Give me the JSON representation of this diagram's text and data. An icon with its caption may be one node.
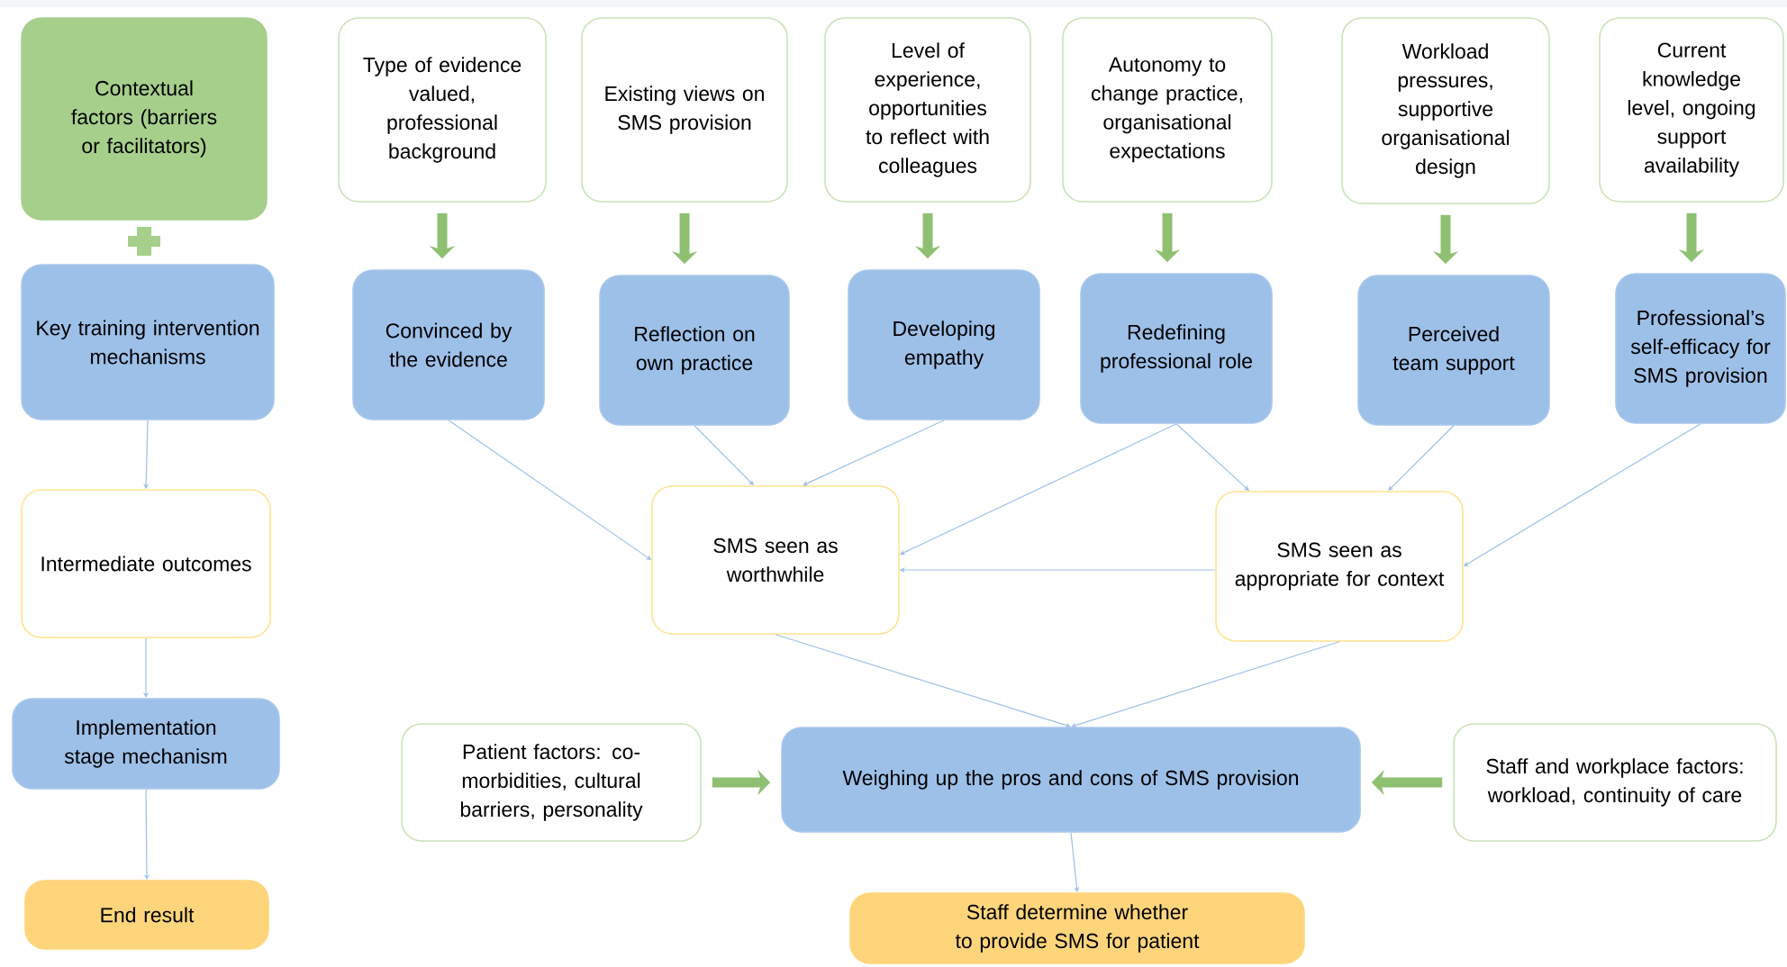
{
  "diagram": {
    "nodes": [
      {
        "text": [
          "Contextual factors (barriers or facilitators)"
        ]
      },
      {
        "text": [
          "Key training intervention mechanisms"
        ]
      },
      {
        "text": [
          "Intermediate outcomes"
        ]
      },
      {
        "text": [
          "Implementation stage mechanism"
        ]
      },
      {
        "text": [
          "End result"
        ]
      },
      {
        "text": [
          "Type of evidence valued, professional background"
        ]
      },
      {
        "text": [
          "Existing views on SMS provision"
        ]
      },
      {
        "text": [
          "Level of experience, opportunities to reflect with colleagues"
        ]
      },
      {
        "text": [
          "Autonomy to change practice, organisational expectations"
        ]
      },
      {
        "text": [
          "Workload pressures, supportive organisational design"
        ]
      },
      {
        "text": [
          "Current knowledge level, ongoing support availability"
        ]
      },
      {
        "text": [
          "Convinced by the evidence"
        ]
      },
      {
        "text": [
          "Reflection on own practice"
        ]
      },
      {
        "text": [
          "Developing empathy"
        ]
      },
      {
        "text": [
          "Redefining professional role"
        ]
      },
      {
        "text": [
          "Perceived team support"
        ]
      },
      {
        "text": [
          "Professional’s self-efficacy for SMS provision"
        ]
      },
      {
        "text": [
          "SMS seen as worthwhile"
        ]
      },
      {
        "text": [
          "SMS seen as appropriate for context"
        ]
      },
      {
        "text": [
          "Patient factors: co-morbidities, cultural barriers, personality"
        ]
      },
      {
        "text": [
          "Weighing up the pros and cons of SMS provision"
        ]
      },
      {
        "text": [
          "Staff and workplace factors: workload, continuity of care"
        ]
      },
      {
        "text": [
          "Staff determine whether to provide SMS for patient"
        ]
      }
    ],
    "edges": [
      {
        "from": 1,
        "to": 2,
        "arrow": "to"
      },
      {
        "from": 2,
        "to": 3,
        "arrow": "to"
      },
      {
        "from": 3,
        "to": 4,
        "arrow": "to"
      },
      {
        "from": 5,
        "to": 11,
        "arrow": "to",
        "style": "thick",
        "color": "#8fc072"
      },
      {
        "from": 6,
        "to": 12,
        "arrow": "to",
        "style": "thick",
        "color": "#8fc072"
      },
      {
        "from": 7,
        "to": 13,
        "arrow": "to",
        "style": "thick",
        "color": "#8fc072"
      },
      {
        "from": 8,
        "to": 14,
        "arrow": "to",
        "style": "thick",
        "color": "#8fc072"
      },
      {
        "from": 9,
        "to": 15,
        "arrow": "to",
        "style": "thick",
        "color": "#8fc072"
      },
      {
        "from": 10,
        "to": 16,
        "arrow": "to",
        "style": "thick",
        "color": "#8fc072"
      },
      {
        "from": 11,
        "to": 17,
        "arrow": "to"
      },
      {
        "from": 12,
        "to": 17,
        "arrow": "to"
      },
      {
        "from": 13,
        "to": 17,
        "arrow": "to"
      },
      {
        "from": 14,
        "to": 17,
        "arrow": "to"
      },
      {
        "from": 14,
        "to": 18,
        "arrow": "to"
      },
      {
        "from": 15,
        "to": 18,
        "arrow": "to"
      },
      {
        "from": 16,
        "to": 18,
        "arrow": "to"
      },
      {
        "from": 18,
        "to": 17,
        "arrow": "to"
      },
      {
        "from": 17,
        "to": 20,
        "arrow": "to"
      },
      {
        "from": 18,
        "to": 20,
        "arrow": "to"
      },
      {
        "from": 19,
        "to": 20,
        "arrow": "to",
        "style": "thick",
        "color": "#8fc072"
      },
      {
        "from": 21,
        "to": 20,
        "arrow": "to",
        "style": "thick",
        "color": "#8fc072"
      },
      {
        "from": 20,
        "to": 22,
        "arrow": "to"
      }
    ]
  }
}
